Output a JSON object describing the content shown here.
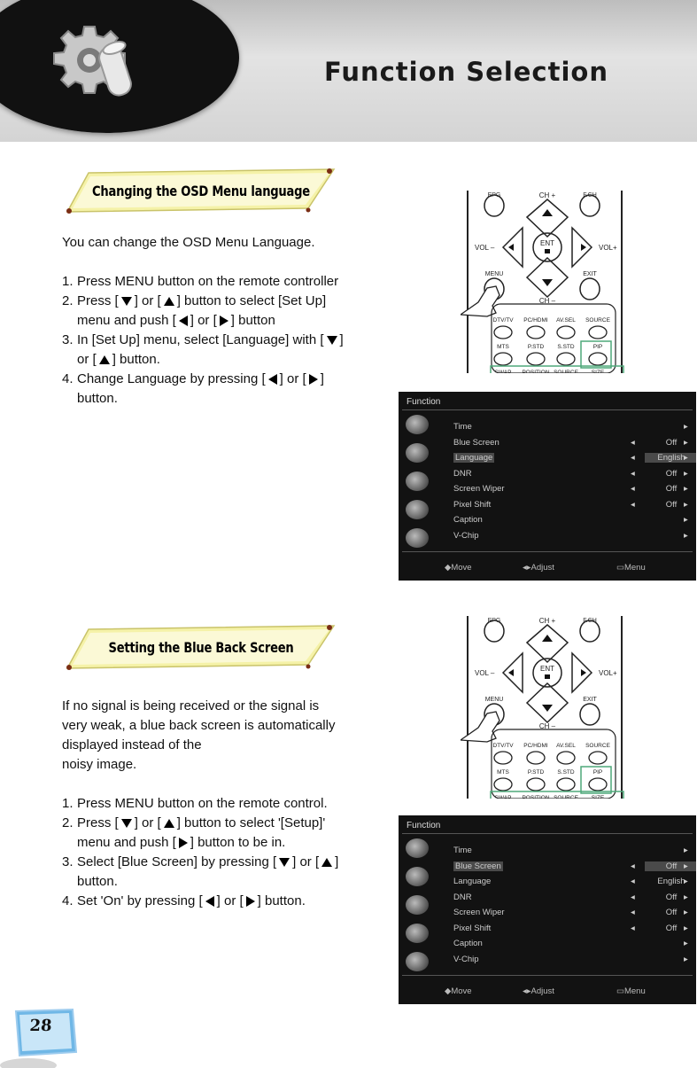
{
  "header": {
    "title": "Function Selection"
  },
  "page_number": "28",
  "section1": {
    "banner": "Changing the OSD Menu language",
    "intro": "You can change the OSD Menu Language.",
    "steps": [
      {
        "num": "1.",
        "parts": [
          {
            "t": "Press MENU button on the remote controller"
          }
        ]
      },
      {
        "num": "2.",
        "parts": [
          {
            "t": "Press ["
          },
          {
            "icon": "down"
          },
          {
            "t": "] or ["
          },
          {
            "icon": "up"
          },
          {
            "t": "] button to select [Set Up] menu and push ["
          },
          {
            "icon": "left"
          },
          {
            "t": "] or ["
          },
          {
            "icon": "right"
          },
          {
            "t": "] button"
          }
        ]
      },
      {
        "num": "3.",
        "parts": [
          {
            "t": "In [Set Up] menu, select [Language] with ["
          },
          {
            "icon": "down"
          },
          {
            "t": "] or ["
          },
          {
            "icon": "up"
          },
          {
            "t": "] button."
          }
        ]
      },
      {
        "num": "4.",
        "parts": [
          {
            "t": "Change Language by pressing ["
          },
          {
            "icon": "left"
          },
          {
            "t": "] or ["
          },
          {
            "icon": "right"
          },
          {
            "t": "] button."
          }
        ]
      }
    ]
  },
  "section2": {
    "banner": "Setting the Blue Back Screen",
    "intro_lines": [
      "If no signal is being received or the signal is",
      "very weak, a blue back screen is automatically",
      "displayed instead of the",
      "noisy image."
    ],
    "steps": [
      {
        "num": "1.",
        "parts": [
          {
            "t": "Press MENU button on the remote control."
          }
        ]
      },
      {
        "num": "2.",
        "parts": [
          {
            "t": "Press ["
          },
          {
            "icon": "down"
          },
          {
            "t": "] or ["
          },
          {
            "icon": "up"
          },
          {
            "t": "] button to select '[Setup]' menu and push ["
          },
          {
            "icon": "right"
          },
          {
            "t": "] button to be in."
          }
        ]
      },
      {
        "num": "3.",
        "parts": [
          {
            "t": "Select [Blue Screen] by pressing ["
          },
          {
            "icon": "down"
          },
          {
            "t": "] or ["
          },
          {
            "icon": "up"
          },
          {
            "t": "] button."
          }
        ]
      },
      {
        "num": "4.",
        "parts": [
          {
            "t": "Set 'On' by pressing ["
          },
          {
            "icon": "left"
          },
          {
            "t": "] or ["
          },
          {
            "icon": "right"
          },
          {
            "t": "] button."
          }
        ]
      }
    ]
  },
  "remote": {
    "labels": {
      "epg": "EPG",
      "ch_plus": "CH +",
      "fav": "F.CH",
      "vol_minus": "VOL –",
      "ent": "ENT",
      "vol_plus": "VOL+",
      "menu": "MENU",
      "exit": "EXIT",
      "ch_minus": "CH –"
    },
    "row1": [
      "DTV/TV",
      "PC/HDMI",
      "AV.SEL",
      "SOURCE"
    ],
    "row2": [
      "MTS",
      "P.STD",
      "S.STD",
      "PIP"
    ],
    "row3": [
      "SWAP",
      "POSITION",
      "SOURCE",
      "SIZE"
    ]
  },
  "osd": {
    "title": "Function",
    "rows": [
      {
        "label": "Time",
        "value": ""
      },
      {
        "label": "Blue Screen",
        "value": "Off"
      },
      {
        "label": "Language",
        "value": "English"
      },
      {
        "label": "DNR",
        "value": "Off"
      },
      {
        "label": "Screen Wiper",
        "value": "Off"
      },
      {
        "label": "Pixel Shift",
        "value": "Off"
      },
      {
        "label": "Caption",
        "value": ""
      },
      {
        "label": "V-Chip",
        "value": ""
      }
    ],
    "footer": {
      "move": "Move",
      "adjust": "Adjust",
      "menu": "Menu"
    }
  }
}
